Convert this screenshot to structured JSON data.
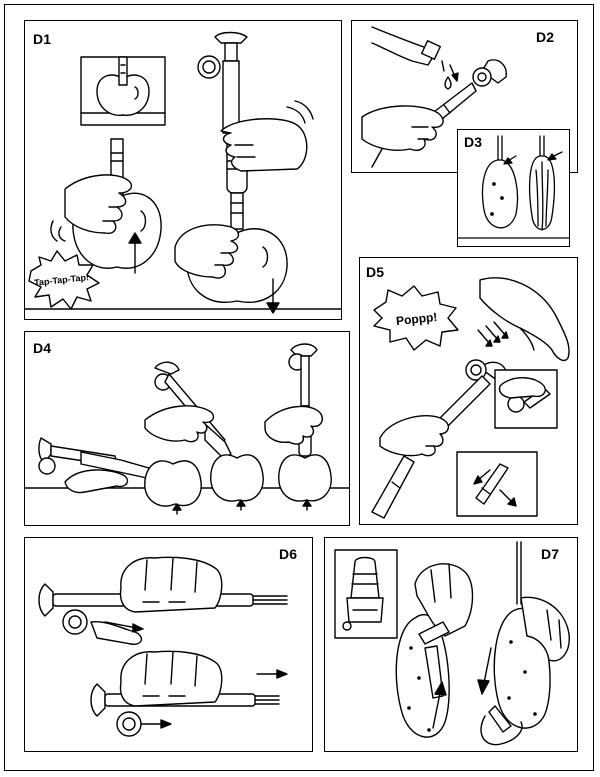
{
  "panels": {
    "d1": {
      "label": "D1",
      "burst": "Tap-Tap-Tap!"
    },
    "d2": {
      "label": "D2"
    },
    "d3": {
      "label": "D3"
    },
    "d4": {
      "label": "D4"
    },
    "d5": {
      "label": "D5",
      "burst": "Poppp!"
    },
    "d6": {
      "label": "D6"
    },
    "d7": {
      "label": "D7"
    }
  },
  "colors": {
    "ink": "#000000",
    "paper": "#ffffff"
  }
}
